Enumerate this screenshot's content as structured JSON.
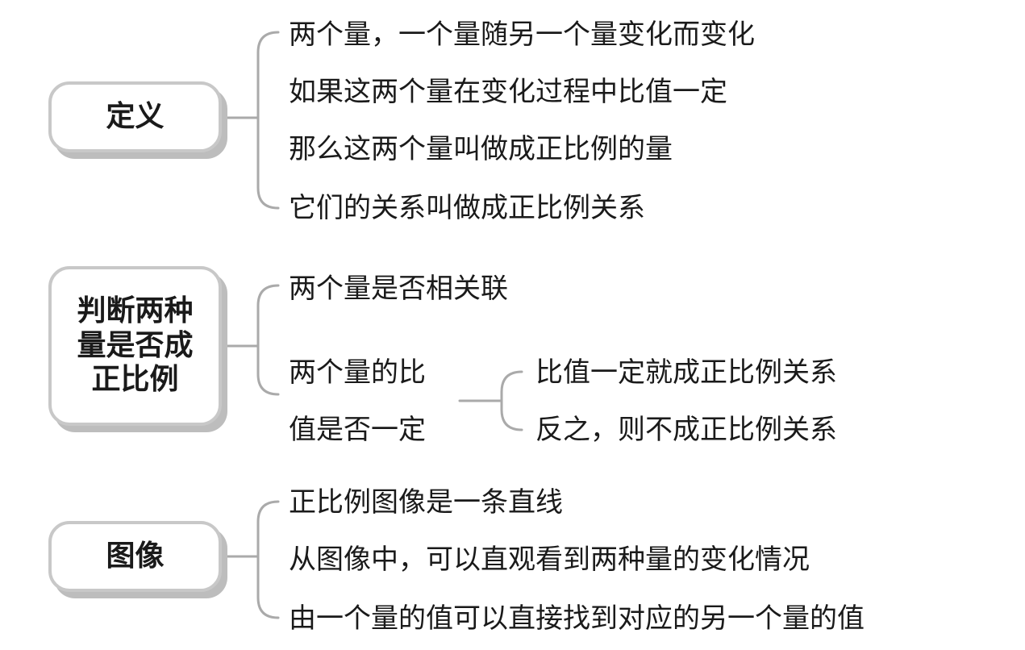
{
  "colors": {
    "connector": "#aaaaaa",
    "node_border": "#c8c8c8",
    "node_shadow": "#bdbdbd",
    "text": "#1a1a1a"
  },
  "definition": {
    "title": "定义",
    "lines": [
      "两个量，一个量随另一个量变化而变化",
      "如果这两个量在变化过程中比值一定",
      "那么这两个量叫做成正比例的量",
      "它们的关系叫做成正比例关系"
    ]
  },
  "judgement": {
    "title_lines": [
      "判断两种",
      "量是否成",
      "正比例"
    ],
    "point1": "两个量是否相关联",
    "point2_lines": [
      "两个量的比",
      "值是否一定"
    ],
    "sub": [
      "比值一定就成正比例关系",
      "反之，则不成正比例关系"
    ]
  },
  "graph": {
    "title": "图像",
    "lines": [
      "正比例图像是一条直线",
      "从图像中，可以直观看到两种量的变化情况",
      "由一个量的值可以直接找到对应的另一个量的值"
    ]
  }
}
